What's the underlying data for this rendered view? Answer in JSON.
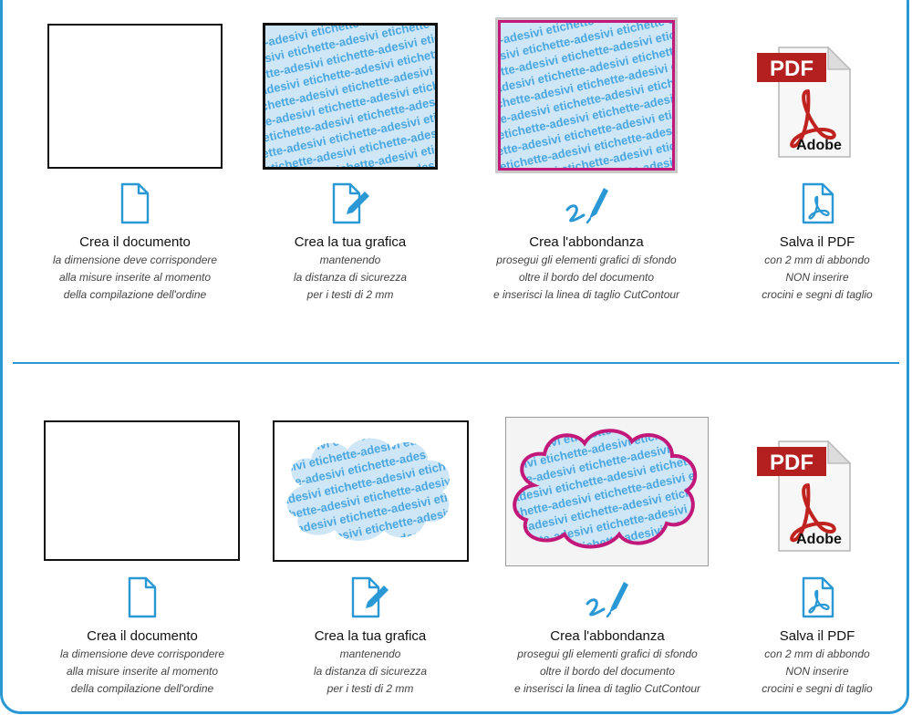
{
  "pattern_word": "etichette-adesivi",
  "pdf_badge": "PDF",
  "pdf_brand": "Adobe",
  "colors": {
    "accent": "#2a98d5",
    "cutline": "#c2187a",
    "art_fill": "#cfe6f6",
    "pdf_red": "#b3201f"
  },
  "rows": [
    {
      "steps": [
        {
          "icon": "blank-document-icon",
          "title": "Crea il documento",
          "desc": [
            "la dimensione deve corrispondere",
            "alla misure inserite al momento",
            "della compilazione dell'ordine"
          ]
        },
        {
          "icon": "edit-document-icon",
          "title": "Crea la tua grafica",
          "desc": [
            "mantenendo",
            "la distanza di sicurezza",
            "per i testi di 2 mm"
          ]
        },
        {
          "icon": "signature-pen-icon",
          "title": "Crea l'abbondanza",
          "desc": [
            "prosegui gli elementi grafici di sfondo",
            "oltre il bordo del documento",
            "e inserisci la linea di taglio CutContour"
          ]
        },
        {
          "icon": "pdf-file-icon",
          "title": "Salva il PDF",
          "desc": [
            "con 2 mm di abbondo",
            "NON inserire",
            "crocini e segni di taglio"
          ]
        }
      ]
    },
    {
      "steps": [
        {
          "icon": "blank-document-icon",
          "title": "Crea il documento",
          "desc": [
            "la dimensione deve corrispondere",
            "alla misure inserite al momento",
            "della compilazione dell'ordine"
          ]
        },
        {
          "icon": "edit-document-icon",
          "title": "Crea la tua grafica",
          "desc": [
            "mantenendo",
            "la distanza di sicurezza",
            "per i testi di 2 mm"
          ]
        },
        {
          "icon": "signature-pen-icon",
          "title": "Crea l'abbondanza",
          "desc": [
            "prosegui gli elementi grafici di sfondo",
            "oltre il bordo del documento",
            "e inserisci la linea di taglio CutContour"
          ]
        },
        {
          "icon": "pdf-file-icon",
          "title": "Salva il PDF",
          "desc": [
            "con 2 mm di abbondo",
            "NON inserire",
            "crocini e segni di taglio"
          ]
        }
      ]
    }
  ]
}
